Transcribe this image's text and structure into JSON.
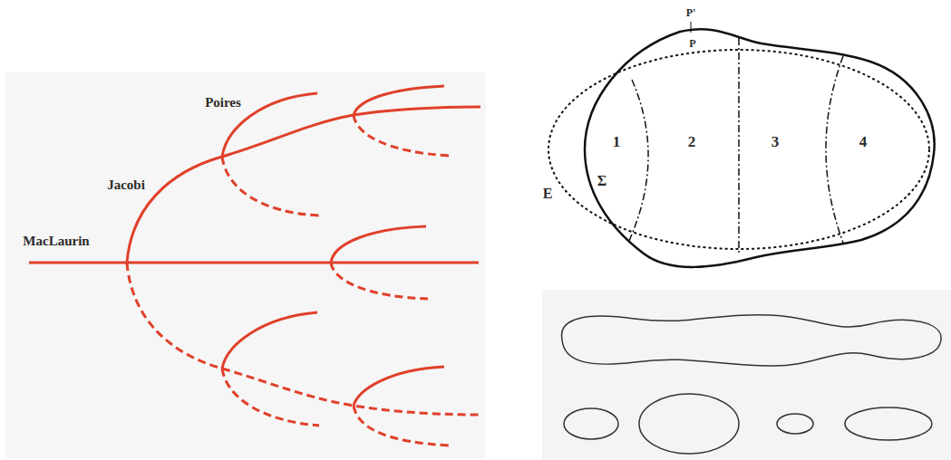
{
  "diagram": {
    "labels": [
      "Poires",
      "Jacobi",
      "MacLaurin",
      "P'",
      "P",
      "1",
      "2",
      "3",
      "4",
      "Σ",
      "E"
    ]
  }
}
